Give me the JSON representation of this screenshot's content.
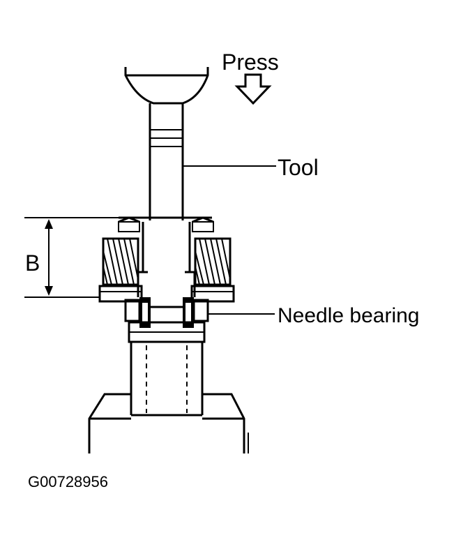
{
  "labels": {
    "press": "Press",
    "tool": "Tool",
    "dimension": "B",
    "needle_bearing": "Needle bearing",
    "figure_id": "G00728956"
  },
  "colors": {
    "ink": "#000000",
    "paper": "#ffffff"
  },
  "icons": {
    "press_arrow": "down-arrow-icon"
  }
}
